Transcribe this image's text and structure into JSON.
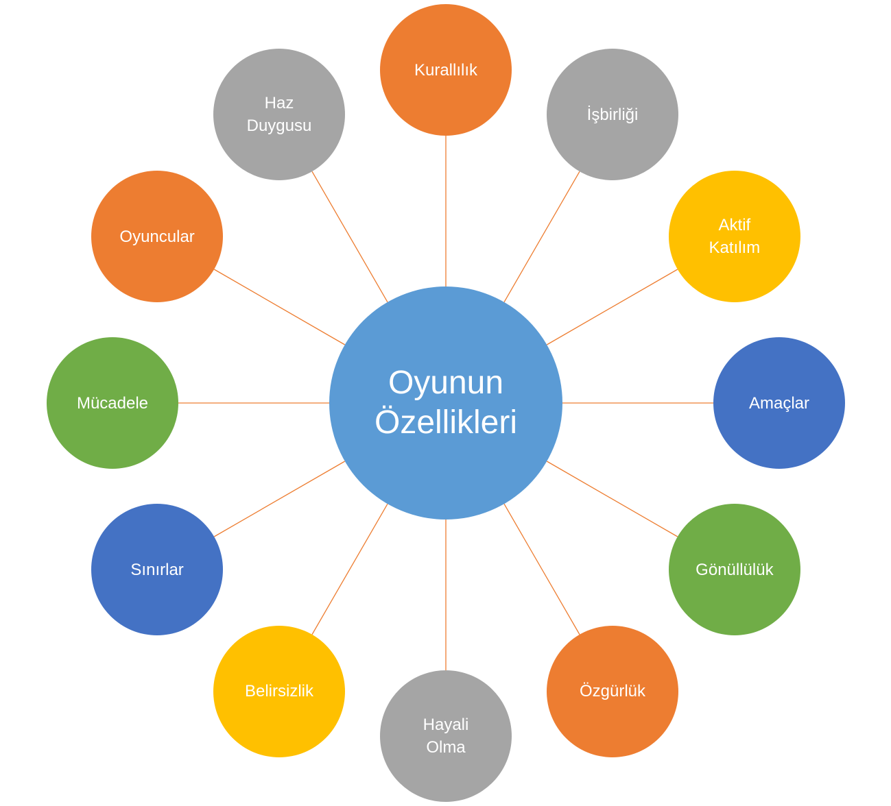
{
  "diagram": {
    "center": {
      "label": "Oyunun\nÖzellikleri",
      "color": "#5B9BD5"
    },
    "connector_color": "#ED7D31",
    "nodes": [
      {
        "id": "kurallilik",
        "label": "Kurallılık",
        "color": "#ED7D31"
      },
      {
        "id": "isbirligi",
        "label": "İşbirliği",
        "color": "#A5A5A5"
      },
      {
        "id": "aktif-katilim",
        "label": "Aktif\nKatılım",
        "color": "#FFC000"
      },
      {
        "id": "amaclar",
        "label": "Amaçlar",
        "color": "#4472C4"
      },
      {
        "id": "gonulluluk",
        "label": "Gönüllülük",
        "color": "#70AD47"
      },
      {
        "id": "ozgurluk",
        "label": "Özgürlük",
        "color": "#ED7D31"
      },
      {
        "id": "hayali-olma",
        "label": "Hayali\nOlma",
        "color": "#A5A5A5"
      },
      {
        "id": "belirsizlik",
        "label": "Belirsizlik",
        "color": "#FFC000"
      },
      {
        "id": "sinirlar",
        "label": "Sınırlar",
        "color": "#4472C4"
      },
      {
        "id": "mucadele",
        "label": "Mücadele",
        "color": "#70AD47"
      },
      {
        "id": "oyuncular",
        "label": "Oyuncular",
        "color": "#ED7D31"
      },
      {
        "id": "haz-duygusu",
        "label": "Haz\nDuygusu",
        "color": "#A5A5A5"
      }
    ]
  }
}
